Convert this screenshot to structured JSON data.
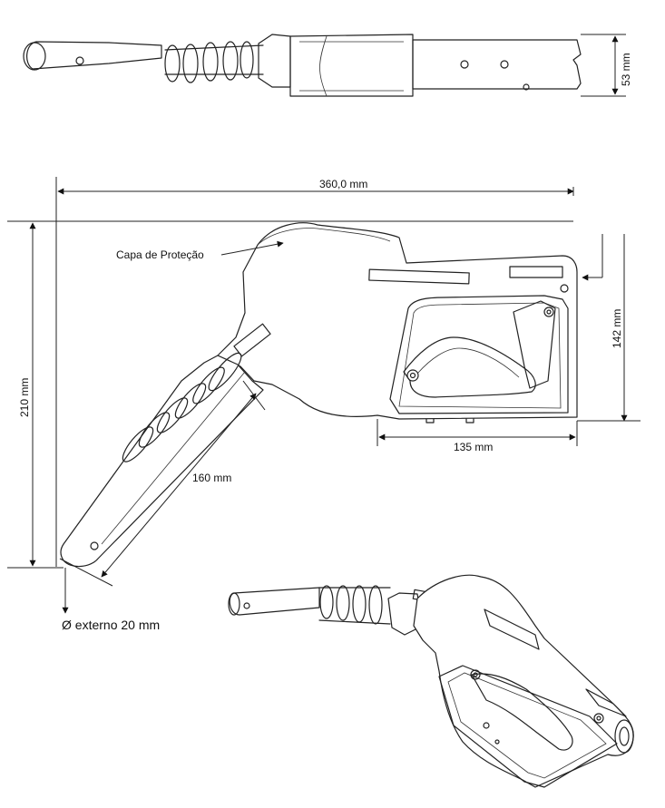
{
  "labels": {
    "width_top": "53 mm",
    "length_total": "360,0 mm",
    "height_total": "210 mm",
    "protection_cap": "Capa de Proteção",
    "body_height": "142 mm",
    "body_length": "135 mm",
    "spout_length": "160 mm",
    "outer_diameter": "Ø externo 20 mm"
  },
  "colors": {
    "line": "#222222",
    "background": "#ffffff"
  }
}
